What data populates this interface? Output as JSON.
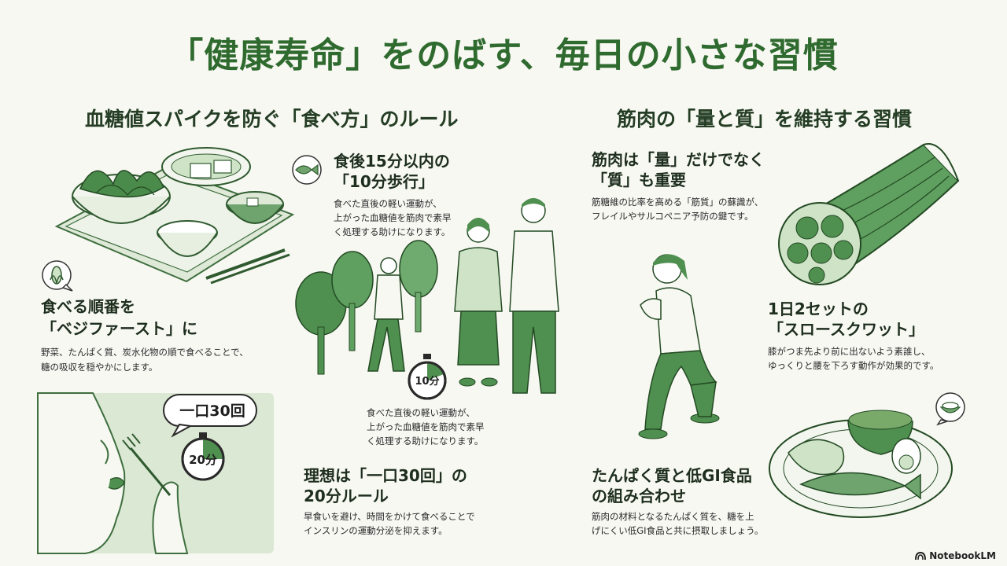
{
  "title": "「健康寿命」をのばす、毎日の小さな習慣",
  "left_section": {
    "title": "血糖値スパイクを防ぐ「食べ方」のルール",
    "veggie_first": {
      "heading_line1": "食べる順番を",
      "heading_line2": "「ベジファースト」に",
      "body_line1": "野菜、たんぱく質、炭水化物の順で食べることで、",
      "body_line2": "糖の吸収を穏やかにします。"
    },
    "walking": {
      "heading_line1": "食後15分以内の",
      "heading_line2": "「10分歩行」",
      "body_line1": "食べた直後の軽い運動が、",
      "body_line2": "上がった血糖値を筋肉で素早",
      "body_line3": "く処理する助けになります。",
      "timer_label": "10分"
    },
    "walking_caption": {
      "line1": "食べた直後の軽い運動が、",
      "line2": "上がった血糖値を筋肉で素早",
      "line3": "く処理する助けになります。"
    },
    "chewing": {
      "bubble_text": "一口30回",
      "timer_label": "20分",
      "heading_line1": "理想は「一口30回」の",
      "heading_line2": "20分ルール",
      "body_line1": "早食いを避け、時間をかけて食べることで",
      "body_line2": "インスリンの運動分泌を抑えます。"
    }
  },
  "right_section": {
    "title": "筋肉の「量と質」を維持する習慣",
    "muscle": {
      "heading_line1": "筋肉は「量」だけでなく",
      "heading_line2": "「質」も重要",
      "body_line1": "筋糖維の比率を高める「筋質」の蘇識が、",
      "body_line2": "フレイルやサルコペニア予防の鍵です。"
    },
    "squat": {
      "heading_line1": "1日2セットの",
      "heading_line2": "「スロースクワット」",
      "body_line1": "膝がつま先より前に出ないよう素誰し、",
      "body_line2": "ゆっくりと腰を下ろす動作が効果的です。"
    },
    "protein": {
      "heading_line1": "たんぱく質と低GI食品",
      "heading_line2": "の組み合わせ",
      "body_line1": "筋肉の材料となるたんぱく質を、糖を上",
      "body_line2": "げにくい低GI食品と共に摂取しましょう。"
    }
  },
  "brand": {
    "logo_text": "NotebookLM"
  },
  "colors": {
    "accent": "#2f6a2f",
    "illustration_green": "#4f8f4f",
    "light_green": "#cfe3c7",
    "background": "#f7f8f2"
  },
  "icons": [
    "fish-icon",
    "corn-icon",
    "rice-bowl-icon",
    "stopwatch-icon",
    "notebooklm-logo-icon"
  ]
}
